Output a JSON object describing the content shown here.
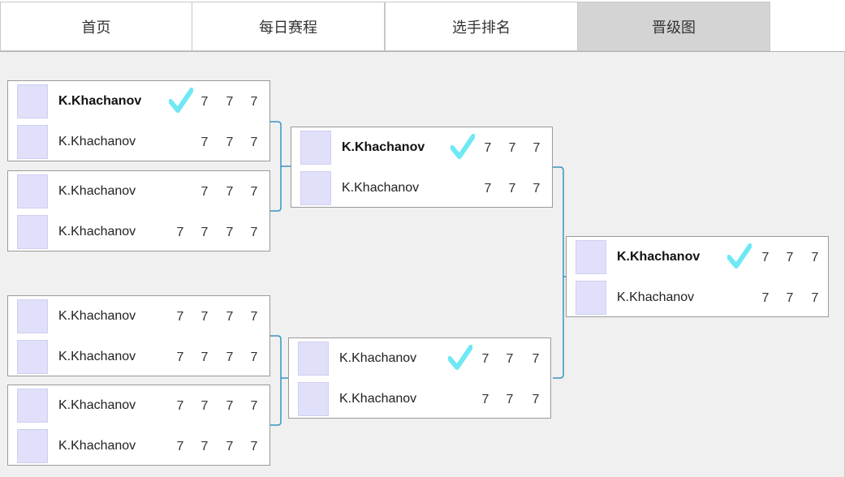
{
  "nav": {
    "tabs": [
      {
        "label": "首页"
      },
      {
        "label": "每日赛程"
      },
      {
        "label": "选手排名"
      },
      {
        "label": "晋级图"
      }
    ]
  },
  "colors": {
    "connector": "#3a93c0",
    "check": "#6ee8f5",
    "avatar": "#e0e0fb",
    "active_tab": "#d4d4d4"
  },
  "bracket": {
    "r1": [
      {
        "top": {
          "name": "K.Khachanov",
          "winner": true,
          "check": true,
          "scores": [
            "7",
            "7",
            "7"
          ]
        },
        "bottom": {
          "name": "K.Khachanov",
          "winner": false,
          "check": false,
          "scores": [
            "7",
            "7",
            "7"
          ]
        }
      },
      {
        "top": {
          "name": "K.Khachanov",
          "winner": false,
          "check": false,
          "scores": [
            "7",
            "7",
            "7"
          ]
        },
        "bottom": {
          "name": "K.Khachanov",
          "winner": false,
          "check": false,
          "scores": [
            "7",
            "7",
            "7",
            "7"
          ]
        }
      },
      {
        "top": {
          "name": "K.Khachanov",
          "winner": false,
          "check": false,
          "scores": [
            "7",
            "7",
            "7",
            "7"
          ]
        },
        "bottom": {
          "name": "K.Khachanov",
          "winner": false,
          "check": false,
          "scores": [
            "7",
            "7",
            "7",
            "7"
          ]
        }
      },
      {
        "top": {
          "name": "K.Khachanov",
          "winner": false,
          "check": false,
          "scores": [
            "7",
            "7",
            "7",
            "7"
          ]
        },
        "bottom": {
          "name": "K.Khachanov",
          "winner": false,
          "check": false,
          "scores": [
            "7",
            "7",
            "7",
            "7"
          ]
        }
      }
    ],
    "r2": [
      {
        "top": {
          "name": "K.Khachanov",
          "winner": true,
          "check": true,
          "scores": [
            "7",
            "7",
            "7"
          ]
        },
        "bottom": {
          "name": "K.Khachanov",
          "winner": false,
          "check": false,
          "scores": [
            "7",
            "7",
            "7"
          ]
        }
      },
      {
        "top": {
          "name": "K.Khachanov",
          "winner": false,
          "check": true,
          "scores": [
            "7",
            "7",
            "7"
          ]
        },
        "bottom": {
          "name": "K.Khachanov",
          "winner": false,
          "check": false,
          "scores": [
            "7",
            "7",
            "7"
          ]
        }
      }
    ],
    "final": {
      "top": {
        "name": "K.Khachanov",
        "winner": true,
        "check": true,
        "scores": [
          "7",
          "7",
          "7"
        ]
      },
      "bottom": {
        "name": "K.Khachanov",
        "winner": false,
        "check": false,
        "scores": [
          "7",
          "7",
          "7"
        ]
      }
    }
  }
}
